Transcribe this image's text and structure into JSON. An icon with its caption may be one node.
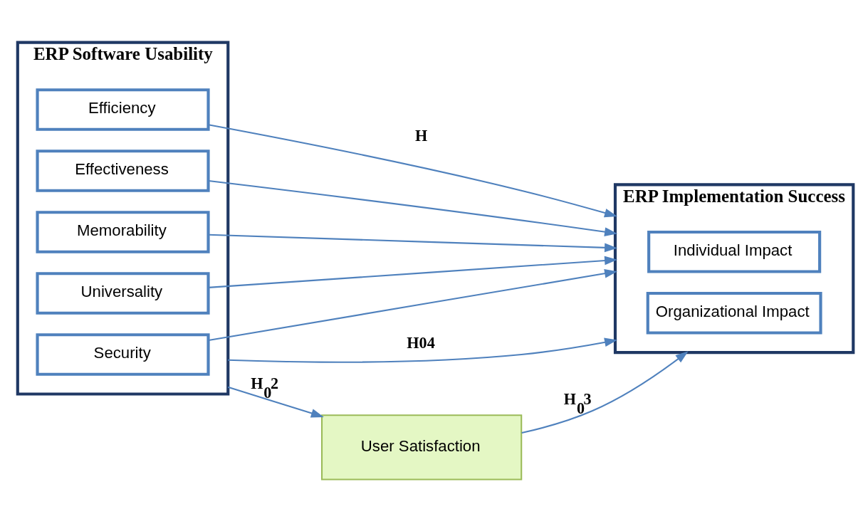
{
  "diagram": {
    "nodes": [
      {
        "text": [
          "ERP Software Usability"
        ]
      },
      {
        "text": [
          "Efficiency"
        ],
        "in": 0
      },
      {
        "text": [
          "Effectiveness"
        ],
        "in": 0
      },
      {
        "text": [
          "Memorability"
        ],
        "in": 0
      },
      {
        "text": [
          "Universality"
        ],
        "in": 0
      },
      {
        "text": [
          "Security"
        ],
        "in": 0
      },
      {
        "text": [
          "ERP Implementation Success"
        ]
      },
      {
        "text": [
          "Individual Impact"
        ],
        "in": 6
      },
      {
        "text": [
          "Organizational Impact"
        ],
        "in": 6
      },
      {
        "text": [
          "User Satisfaction"
        ]
      }
    ],
    "edges": [
      {
        "from": 1,
        "to": 6,
        "arrow": "to",
        "label": "H"
      },
      {
        "from": 2,
        "to": 6,
        "arrow": "to"
      },
      {
        "from": 3,
        "to": 6,
        "arrow": "to"
      },
      {
        "from": 4,
        "to": 6,
        "arrow": "to"
      },
      {
        "from": 5,
        "to": 6,
        "arrow": "to"
      },
      {
        "from": 0,
        "to": 9,
        "arrow": "to",
        "label": "H$_{0}$2"
      },
      {
        "from": 9,
        "to": 6,
        "arrow": "to",
        "label": "H$_{0}$3"
      },
      {
        "from": 0,
        "to": 6,
        "arrow": "to",
        "label": "H04"
      }
    ]
  }
}
